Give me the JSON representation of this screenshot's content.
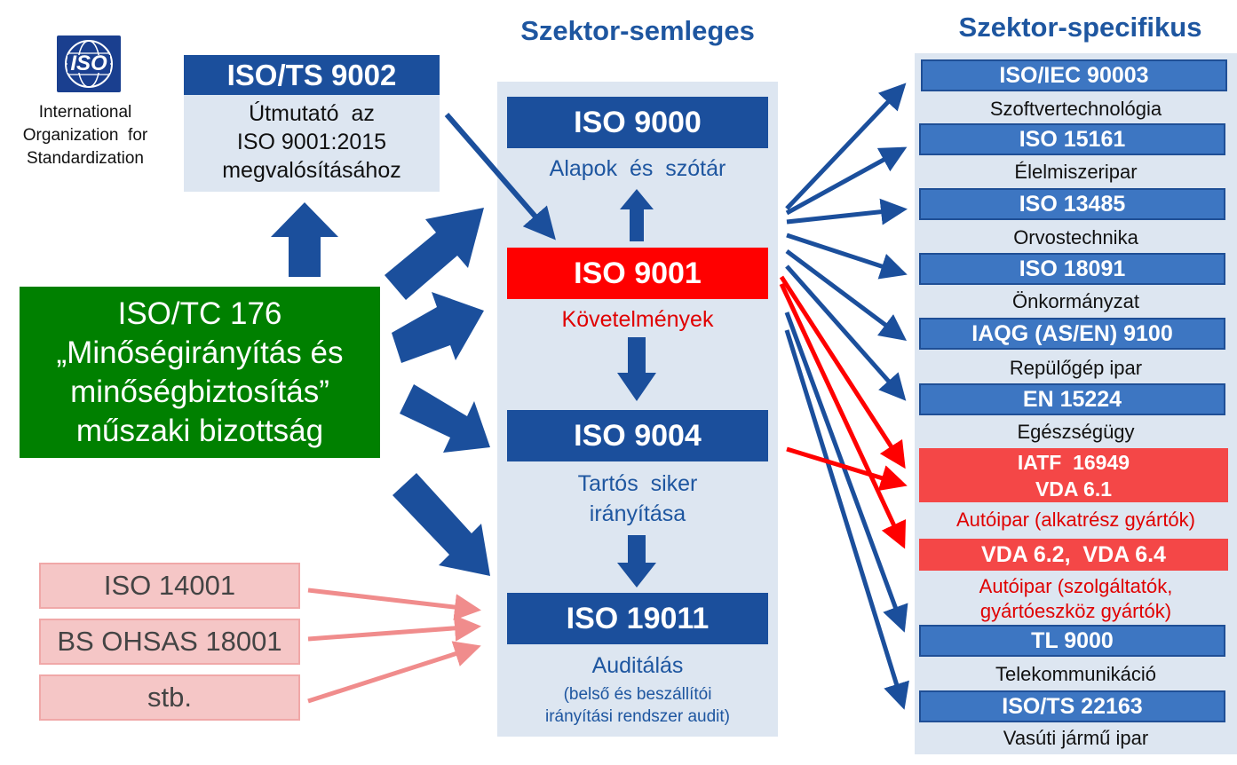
{
  "headings": {
    "neutral": "Szektor-semleges",
    "specific": "Szektor-specifikus"
  },
  "iso_logo": {
    "mark": "ISO",
    "caption_lines": [
      "International",
      "Organization  for",
      "Standardization"
    ]
  },
  "iso_ts_9002": {
    "title": "ISO/TS 9002",
    "lines": [
      "Útmutató  az",
      "ISO 9001:2015",
      "megvalósításához"
    ]
  },
  "committee": {
    "lines": [
      "ISO/TC 176",
      "„Minőségirányítás és",
      "minőségbiztosítás”",
      "műszaki bizottság"
    ]
  },
  "neutral_standards": [
    {
      "title": "ISO 9000",
      "subtitle": "Alapok  és  szótár"
    },
    {
      "title": "ISO 9001",
      "subtitle": "Követelmények"
    },
    {
      "title": "ISO 9004",
      "subtitle_lines": [
        "Tartós  siker",
        "irányítása"
      ]
    },
    {
      "title": "ISO 19011",
      "subtitle": "Auditálás",
      "note_lines": [
        "(belső és beszállítói",
        "irányítási rendszer audit)"
      ]
    }
  ],
  "other_standards": [
    "ISO 14001",
    "BS OHSAS 18001",
    "stb."
  ],
  "sector_standards": [
    {
      "title": "ISO/IEC 90003",
      "sector": "Szoftvertechnológia"
    },
    {
      "title": "ISO 15161",
      "sector": "Élelmiszeripar"
    },
    {
      "title": "ISO 13485",
      "sector": "Orvostechnika"
    },
    {
      "title": "ISO 18091",
      "sector": "Önkormányzat"
    },
    {
      "title": "IAQG (AS/EN) 9100",
      "sector": "Repülőgép ipar"
    },
    {
      "title": "EN 15224",
      "sector": "Egészségügy"
    },
    {
      "title_lines": [
        "IATF  16949",
        "VDA 6.1"
      ],
      "sector": "Autóipar (alkatrész gyártók)"
    },
    {
      "title": "VDA 6.2,  VDA 6.4",
      "sector_lines": [
        "Autóipar (szolgáltatók,",
        "gyártóeszköz gyártók)"
      ]
    },
    {
      "title": "TL 9000",
      "sector": "Telekommunikáció"
    },
    {
      "title": "ISO/TS 22163",
      "sector": "Vasúti jármű ipar"
    }
  ],
  "colors": {
    "dark_blue": "#1b4f9c",
    "mid_blue": "#3d76c2",
    "red": "#ff0000",
    "green": "#008000",
    "pink": "#f5c6c6",
    "panel": "#dde6f1"
  }
}
